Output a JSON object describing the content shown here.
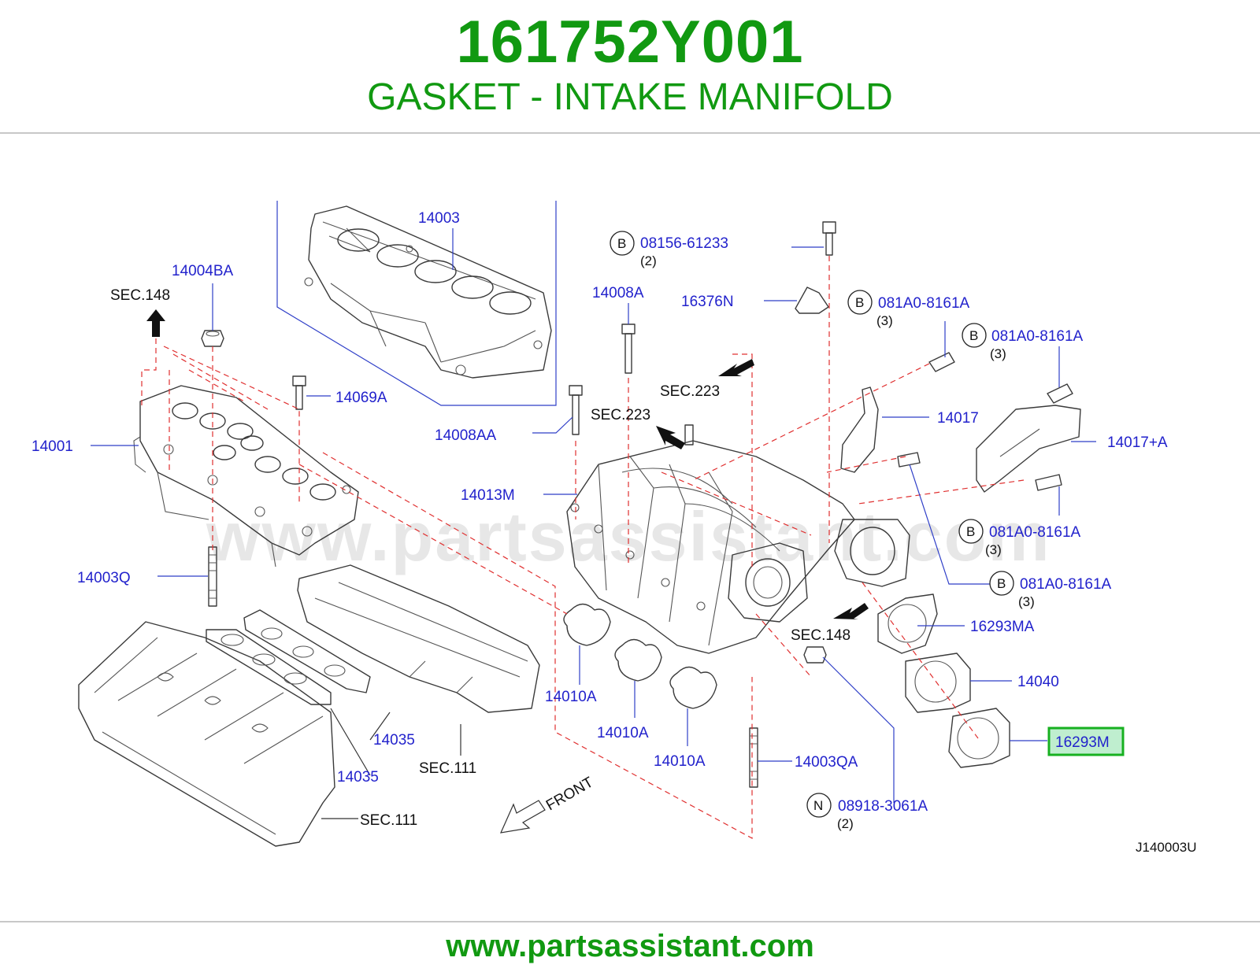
{
  "header": {
    "part_number": "161752Y001",
    "part_name": "GASKET - INTAKE MANIFOLD"
  },
  "diagram": {
    "watermark": "www.partsassistant.com",
    "diagram_code": "J140003U",
    "front_label": "FRONT",
    "labels": {
      "p14003": "14003",
      "p14004BA": "14004BA",
      "p14001": "14001",
      "p14069A": "14069A",
      "p14003Q": "14003Q",
      "p14035_a": "14035",
      "p14035_b": "14035",
      "p14008A": "14008A",
      "p14008AA": "14008AA",
      "p14013M": "14013M",
      "p14010A_a": "14010A",
      "p14010A_b": "14010A",
      "p14010A_c": "14010A",
      "p14003QA": "14003QA",
      "p16376N": "16376N",
      "p14017": "14017",
      "p14017A": "14017+A",
      "p16293MA": "16293MA",
      "p14040": "14040",
      "p16293M": "16293M",
      "b08156": "08156-61233",
      "b081A0_1": "081A0-8161A",
      "b081A0_2": "081A0-8161A",
      "b081A0_3": "081A0-8161A",
      "b081A0_4": "081A0-8161A",
      "n08918": "08918-3061A"
    },
    "quantities": {
      "b08156": "(2)",
      "b081A0_1": "(3)",
      "b081A0_2": "(3)",
      "b081A0_3": "(3)",
      "b081A0_4": "(3)",
      "n08918": "(2)"
    },
    "badges": {
      "b08156": "B",
      "b081A0_1": "B",
      "b081A0_2": "B",
      "b081A0_3": "B",
      "b081A0_4": "B",
      "n08918": "N"
    },
    "section_refs": {
      "sec148_left": "SEC.148",
      "sec223_upper": "SEC.223",
      "sec223_lower": "SEC.223",
      "sec148_right": "SEC.148",
      "sec111_mid": "SEC.111",
      "sec111_low": "SEC.111"
    },
    "highlighted_part": "16293M",
    "colors": {
      "brand_green": "#119911",
      "label_blue": "#2222cc",
      "highlight_border": "#17b020",
      "highlight_fill": "#bfeecf",
      "dash_red": "#e03030"
    }
  },
  "footer": {
    "url": "www.partsassistant.com"
  }
}
